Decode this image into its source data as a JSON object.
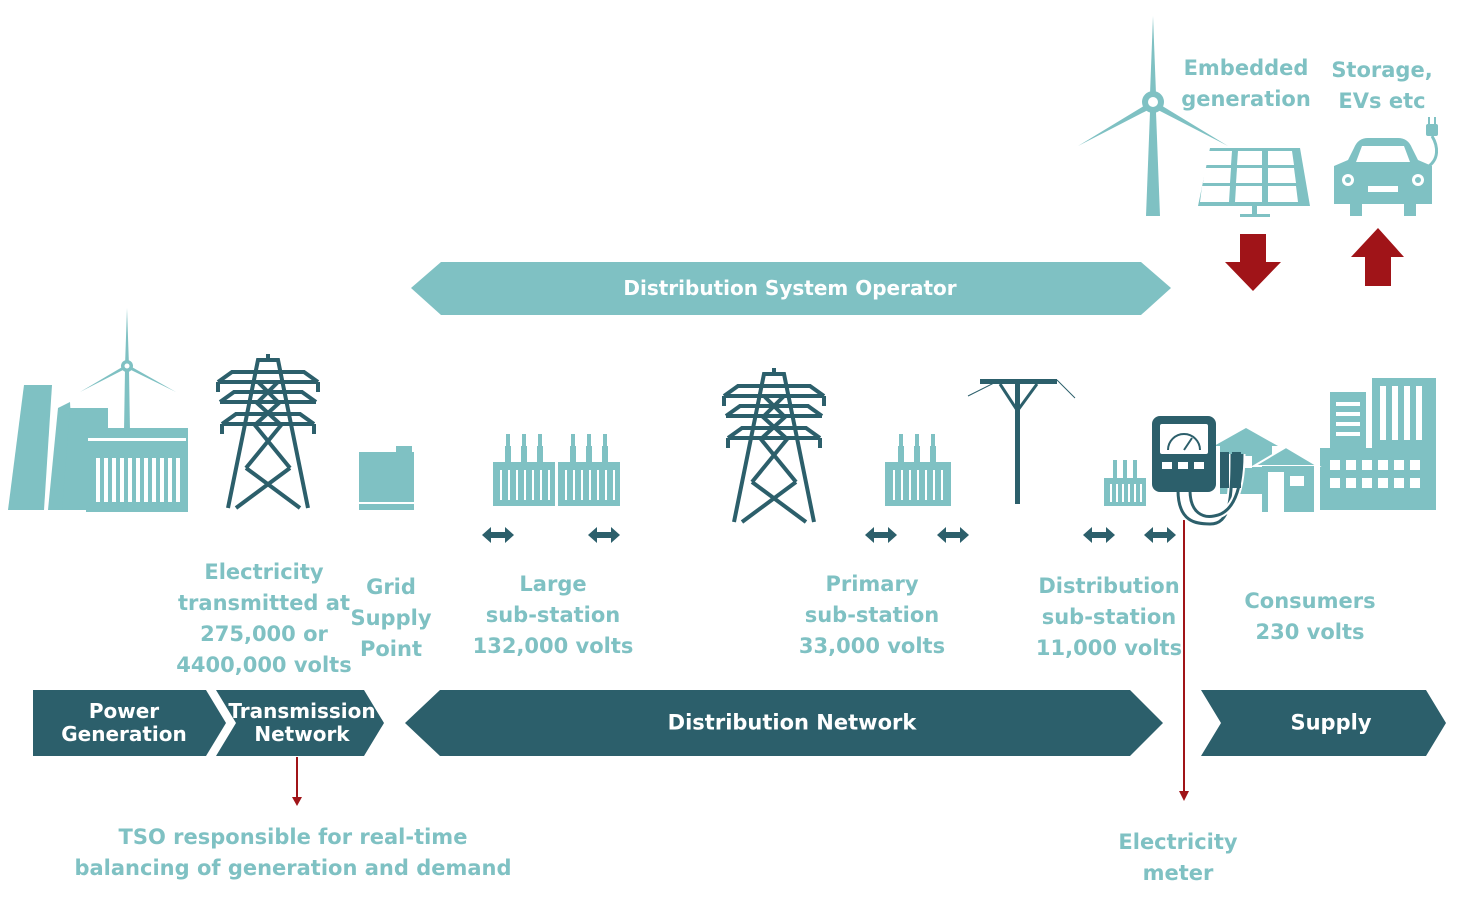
{
  "colors": {
    "light_teal": "#7fc1c3",
    "dark_teal": "#2c5f6b",
    "arrow_red": "#a01418"
  },
  "operator_banner": "Distribution System Operator",
  "stages": [
    {
      "lines": [
        "Power",
        "Generation"
      ]
    },
    {
      "lines": [
        "Transmission",
        "Network"
      ]
    },
    {
      "lines": [
        "Distribution Network"
      ]
    },
    {
      "lines": [
        "Supply"
      ]
    }
  ],
  "labels": {
    "embedded": [
      "Embedded",
      "generation"
    ],
    "storage": [
      "Storage,",
      "EVs etc"
    ],
    "transmitted": [
      "Electricity",
      "transmitted at",
      "275,000 or",
      "4400,000 volts"
    ],
    "gsp": [
      "Grid",
      "Supply",
      "Point"
    ],
    "large": [
      "Large",
      "sub-station",
      "132,000 volts"
    ],
    "primary": [
      "Primary",
      "sub-station",
      "33,000 volts"
    ],
    "distribution": [
      "Distribution",
      "sub-station",
      "11,000 volts"
    ],
    "consumers": [
      "Consumers",
      "230 volts"
    ],
    "tso": [
      "TSO responsible for real-time",
      "balancing of generation and demand"
    ],
    "meter": [
      "Electricity",
      "meter"
    ]
  },
  "icons": [
    "power-station-icon",
    "wind-turbine-icon",
    "pylon-icon",
    "grid-supply-cabinet-icon",
    "transformer-icon",
    "utility-pole-icon",
    "electricity-meter-icon",
    "house-icon",
    "office-building-icon",
    "solar-panel-icon",
    "electric-car-icon",
    "double-arrow-icon",
    "arrow-down-icon",
    "arrow-up-icon"
  ]
}
